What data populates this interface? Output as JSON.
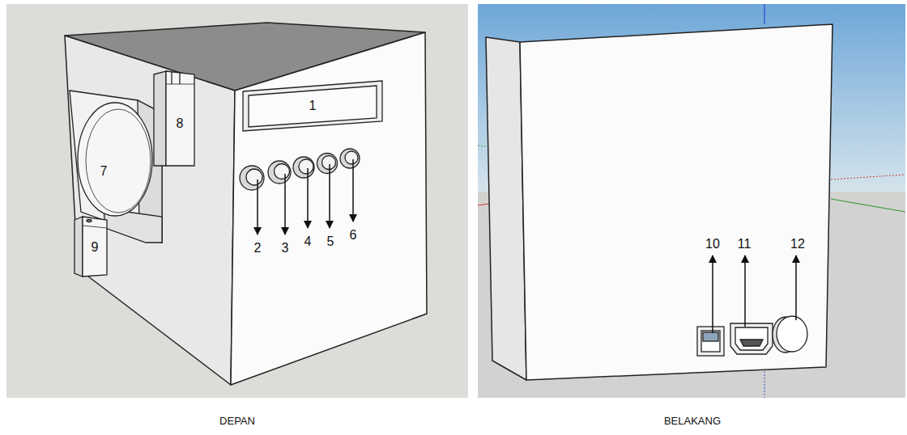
{
  "diagram": {
    "nodes": [
      {
        "text": [
          "1"
        ]
      },
      {
        "text": [
          "7"
        ]
      },
      {
        "text": [
          "8"
        ]
      },
      {
        "text": [
          "9"
        ]
      }
    ],
    "labels": [
      "2",
      "3",
      "4",
      "5",
      "6",
      "DEPAN",
      "10",
      "11",
      "12",
      "BELAKANG"
    ]
  }
}
